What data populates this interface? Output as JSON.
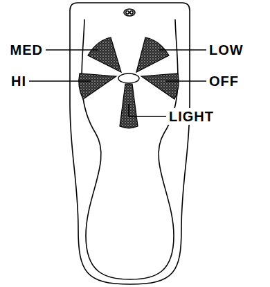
{
  "diagram": {
    "labels": [
      "MED",
      "LOW",
      "HI",
      "OFF",
      "LIGHT"
    ]
  }
}
